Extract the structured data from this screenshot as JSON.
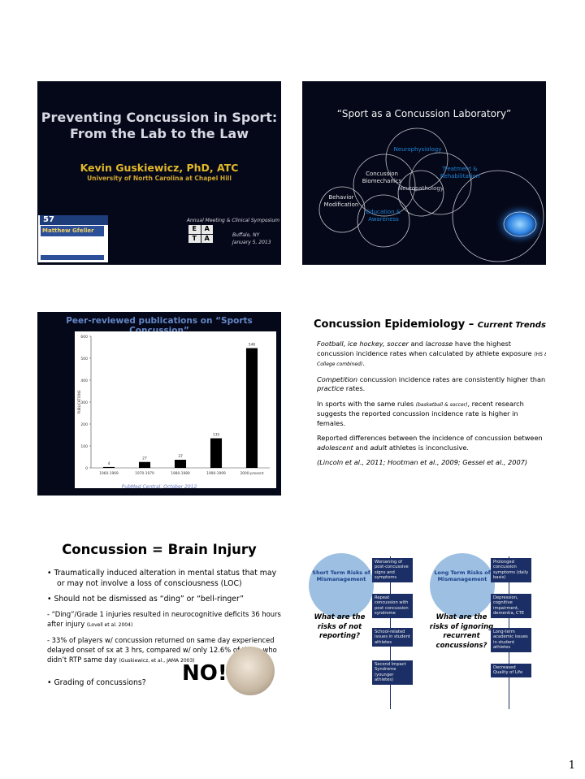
{
  "slide1": {
    "title": "Preventing Concussion in Sport: From the Lab to the Law",
    "author": "Kevin Guskiewicz, PhD, ATC",
    "institution": "University of North Carolina at Chapel Hill",
    "meeting": "Annual Meeting & Clinical Symposium",
    "location": "Buffalo, NY",
    "date": "January 5, 2013",
    "logo_number": "57",
    "logo_text": "Matthew Gfeller",
    "eata_letters": [
      "E",
      "A",
      "T",
      "A"
    ]
  },
  "slide2": {
    "title": "“Sport as a Concussion Laboratory”",
    "labels": {
      "neurophysiology": "Neurophysiology",
      "treatment": "Treatment &",
      "treatment2": "Rehabilitation",
      "biomech": "Concussion",
      "biomech2": "Biomechanics",
      "neuropath": "Neuropathology",
      "behavior": "Behavior",
      "behavior2": "Modification",
      "education": "Education &",
      "education2": "Awareness"
    }
  },
  "slide3": {
    "title": "Peer-reviewed publications on “Sports Concussion”",
    "citation": "PubMed Central, October 2012"
  },
  "chart_data": {
    "type": "bar",
    "categories": [
      "1960-1969",
      "1970-1979",
      "1980-1989",
      "1990-1999",
      "2000-present"
    ],
    "values": [
      4,
      27,
      37,
      135,
      546
    ],
    "ylabel": "PUBLICATIONS",
    "ylim": [
      0,
      600
    ],
    "yticks": [
      0,
      100,
      200,
      300,
      400,
      500,
      600
    ],
    "grid": false,
    "bar_color": "#000000"
  },
  "slide4": {
    "title": "Concussion Epidemiology",
    "subtitle": "Current Trends",
    "p1_sports": "Football, ice hockey, soccer",
    "p1_and": "and",
    "p1_lacrosse": "lacrosse",
    "p1_rest": "have the highest concussion incidence rates when calculated by athlete exposure",
    "p1_small": "(HS & College combined)",
    "p2_comp": "Competition",
    "p2_mid": "concussion incidence rates are consistently higher than",
    "p2_practice": "practice",
    "p2_end": "rates.",
    "p3_a": "In sports with the same rules",
    "p3_small": "(basketball & soccer)",
    "p3_b": ", recent research suggests the reported concussion incidence rate is higher in females.",
    "p4_a": "Reported differences between the incidence of concussion between",
    "p4_adol": "adolescent",
    "p4_and": "and",
    "p4_adult": "adult",
    "p4_b": "athletes is inconclusive.",
    "refs": "(Lincoln et al., 2011; Hootman et al., 2009; Gessel et al., 2007)"
  },
  "slide5": {
    "title": "Concussion = Brain Injury",
    "bullet1": "Traumatically induced alteration in mental status that may or may not involve a loss of consciousness (LOC)",
    "bullet2": "Should not be dismissed as “ding” or “bell-ringer”",
    "sub1": "- “Ding”/Grade 1 injuries resulted in neurocognitive deficits 36 hours after injury",
    "sub1_ref": "(Lovell et al. 2004)",
    "sub2": "- 33% of players w/ concussion returned on same day experienced delayed onset of sx at 3 hrs, compared w/ only 12.6% of those who didn’t RTP same day",
    "sub2_ref": "(Guskiewicz, et al., JAMA 2003)",
    "bullet3": "Grading of concussions?",
    "no": "NO!"
  },
  "slide6": {
    "short_term": "Short Term Risks of Mismanagement",
    "long_term": "Long Term Risks of Mismanagement",
    "q_short": "What are the risks of not reporting?",
    "q_long": "What are the risks of ignoring recurrent concussions?",
    "short_boxes": [
      "Worsening of post-concussive signs and symptoms",
      "Repeat concussion with post concussion syndrome",
      "School-related issues in student athletes",
      "Second Impact Syndrome (younger athletes)"
    ],
    "long_boxes": [
      "Prolonged concussion symptoms (daily basis)",
      "Depression, cognitive impairment, dementia, CTE",
      "Long-term academic issues in student athletes",
      "Decreased Quality of Life"
    ]
  },
  "page_number": "1"
}
